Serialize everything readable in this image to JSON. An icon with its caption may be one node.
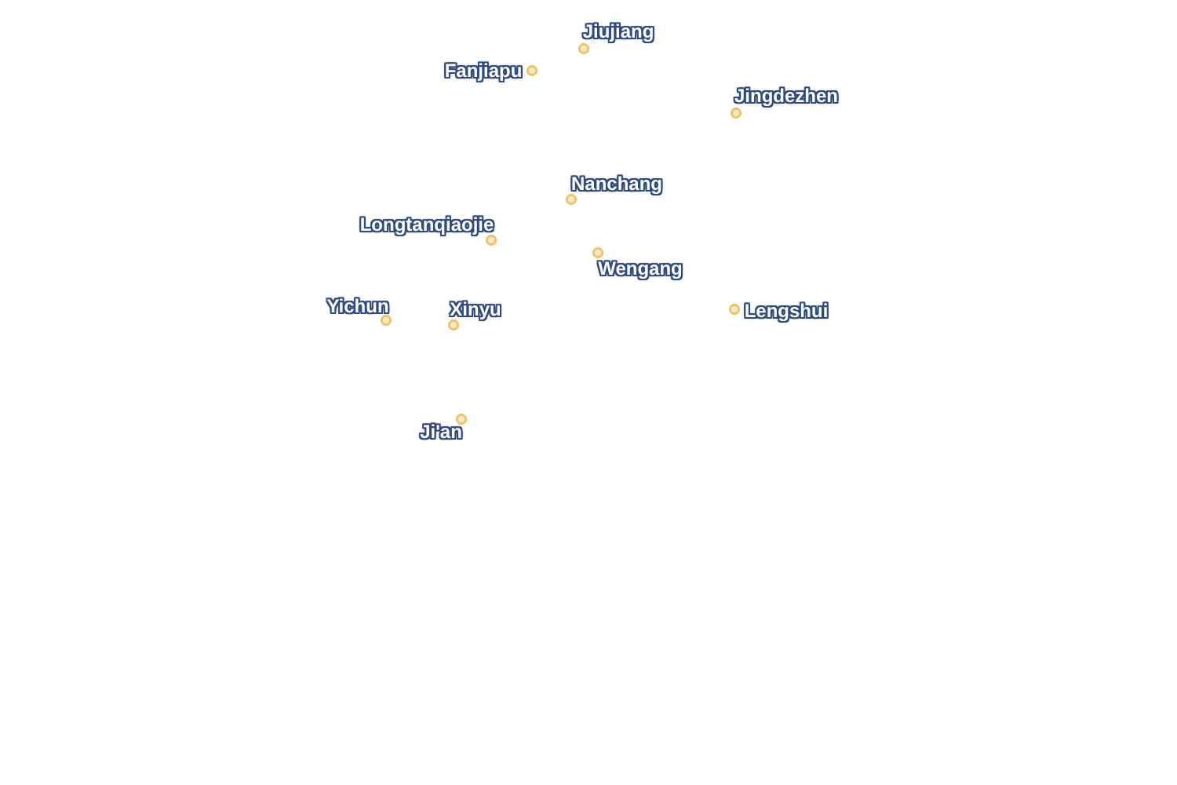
{
  "diagram": {
    "labels": [
      "Jiujiang",
      "Fanjiapu",
      "Jingdezhen",
      "Nanchang",
      "Longtanqiaojie",
      "Wengang",
      "Yichun",
      "Xinyu",
      "Lengshui",
      "Ji'an"
    ]
  }
}
